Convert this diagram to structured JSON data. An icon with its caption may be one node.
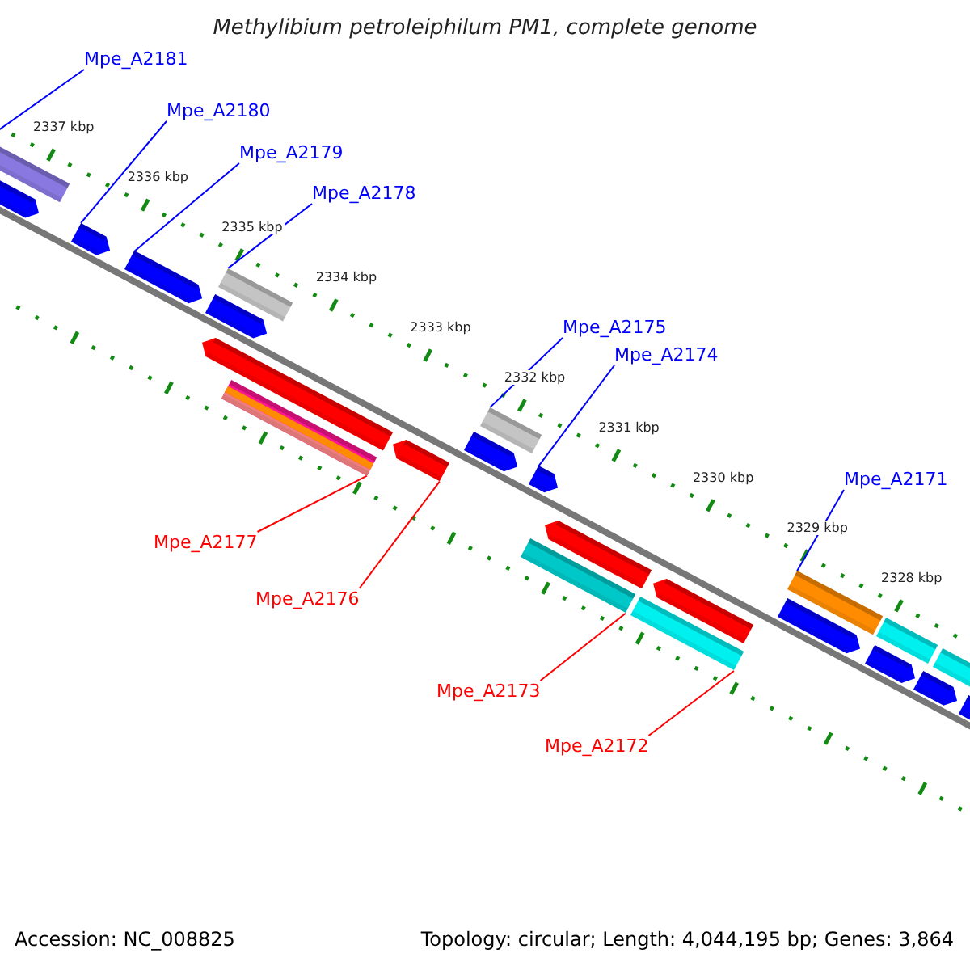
{
  "diagram": {
    "title": "Methylibium petroleiphilum PM1, complete genome",
    "nodes": [
      {
        "text": [
          "Mpe_A2181"
        ]
      },
      {
        "text": [
          "Mpe_A2180"
        ]
      },
      {
        "text": [
          "Mpe_A2179"
        ]
      },
      {
        "text": [
          "Mpe_A2178"
        ]
      },
      {
        "text": [
          "Mpe_A2175"
        ]
      },
      {
        "text": [
          "Mpe_A2174"
        ]
      },
      {
        "text": [
          "Mpe_A2171"
        ]
      },
      {
        "text": [
          "Mpe_A2177"
        ]
      },
      {
        "text": [
          "Mpe_A2176"
        ]
      },
      {
        "text": [
          "Mpe_A2173"
        ]
      },
      {
        "text": [
          "Mpe_A2172"
        ]
      },
      {
        "text": [],
        "shape": "bar"
      },
      {
        "text": [],
        "shape": "bar"
      },
      {
        "text": [],
        "shape": "bar"
      },
      {
        "text": [],
        "shape": "bar"
      },
      {
        "text": [],
        "shape": "bar"
      },
      {
        "text": [],
        "shape": "bar"
      },
      {
        "text": [],
        "shape": "bar"
      },
      {
        "text": [],
        "shape": "bar"
      },
      {
        "text": [],
        "shape": "bar"
      },
      {
        "text": [],
        "shape": "bar"
      },
      {
        "text": [],
        "shape": "bar"
      },
      {
        "text": [],
        "shape": "bar"
      },
      {
        "text": [],
        "shape": "bar"
      },
      {
        "text": [],
        "shape": "bar"
      },
      {
        "text": [],
        "shape": "bar"
      },
      {
        "text": [],
        "shape": "bar"
      },
      {
        "text": [],
        "shape": "bar"
      },
      {
        "text": [],
        "shape": "bar"
      },
      {
        "text": [],
        "shape": "bar"
      },
      {
        "text": [],
        "shape": "bar"
      },
      {
        "text": [],
        "shape": "bar"
      },
      {
        "text": [],
        "shape": "bar"
      },
      {
        "text": [],
        "shape": "bar"
      }
    ],
    "edges": [
      {
        "from": 0,
        "to": 11,
        "arrow": "none"
      },
      {
        "from": 1,
        "to": 13,
        "arrow": "none"
      },
      {
        "from": 2,
        "to": 14,
        "arrow": "none"
      },
      {
        "from": 3,
        "to": 17,
        "arrow": "none"
      },
      {
        "from": 4,
        "to": 21,
        "arrow": "none"
      },
      {
        "from": 5,
        "to": 23,
        "arrow": "none"
      },
      {
        "from": 6,
        "to": 28,
        "arrow": "none"
      },
      {
        "from": 7,
        "to": 18,
        "arrow": "none",
        "color": "#ff0000"
      },
      {
        "from": 8,
        "to": 19,
        "arrow": "none",
        "color": "#ff0000"
      },
      {
        "from": 9,
        "to": 22,
        "arrow": "none",
        "color": "#ff0000"
      },
      {
        "from": 10,
        "to": 25,
        "arrow": "none",
        "color": "#ff0000"
      }
    ],
    "labels": [
      "2337 kbp",
      "2336 kbp",
      "2335 kbp",
      "2334 kbp",
      "2333 kbp",
      "2332 kbp",
      "2331 kbp",
      "2330 kbp",
      "2329 kbp",
      "2328 kbp",
      "Accession: NC_008825",
      "Topology: circular; Length: 4,044,195 bp; Genes: 3,864"
    ]
  }
}
